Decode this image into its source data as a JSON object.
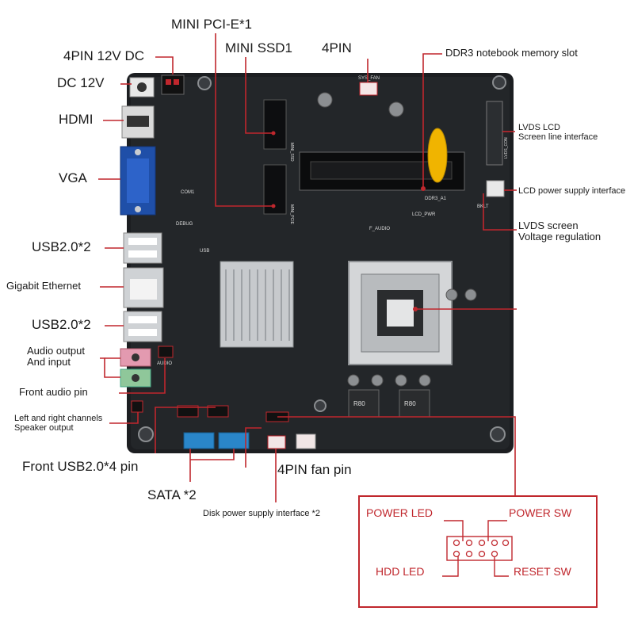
{
  "labels": {
    "mini_pcie": "MINI PCI-E*1",
    "mini_ssd": "MINI SSD1",
    "four_pin_top": "4PIN",
    "ddr3": "DDR3 notebook memory slot",
    "pin12v": "4PIN 12V DC",
    "dc12v": "DC 12V",
    "hdmi": "HDMI",
    "vga": "VGA",
    "usb_top": "USB2.0*2",
    "ethernet": "Gigabit Ethernet",
    "usb_bottom": "USB2.0*2",
    "audio_line1": "Audio output",
    "audio_line2": "And input",
    "front_audio": "Front audio pin",
    "speaker_line1": "Left and right channels",
    "speaker_line2": "Speaker output",
    "front_usb": "Front USB2.0*4 pin",
    "sata": "SATA *2",
    "disk_power": "Disk power supply interface *2",
    "fan_pin": "4PIN fan pin",
    "lvds_line1": "LVDS LCD",
    "lvds_line2": "Screen line interface",
    "lcd_power": "LCD power supply interface",
    "lvds_volt_line1": "LVDS screen",
    "lvds_volt_line2": "Voltage regulation"
  },
  "board_text": {
    "sys_fan": "SYS_FAN",
    "ddr3_a1": "DDR3_A1",
    "debug": "DEBUG",
    "usb_label": "USB",
    "r80_a": "R80",
    "r80_b": "R80",
    "lcd_pwr": "LCD_PWR",
    "audio": "AUDIO",
    "f_audio": "F_AUDIO",
    "cmos": "COM1",
    "mini_ssd_board": "MINI_SSD",
    "mini_pcie_board": "MINI_PCIE",
    "bklt": "BKLT",
    "lvds_board": "LVDS_CON"
  },
  "front_panel": {
    "power_led": "POWER LED",
    "power_sw": "POWER SW",
    "hdd_led": "HDD  LED",
    "reset_sw": "RESET SW"
  },
  "colors": {
    "board": "#1c1e21",
    "accent_red": "#c0272d",
    "vga_blue": "#1f4fa8",
    "sata_blue": "#2a86c9",
    "battery_yellow": "#f0b400"
  }
}
